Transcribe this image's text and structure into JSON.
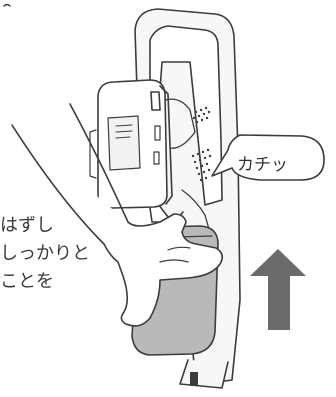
{
  "callout": {
    "text": "カチッ"
  },
  "caption": {
    "lines": [
      "はずし",
      "しっかりと",
      "ことを"
    ]
  }
}
